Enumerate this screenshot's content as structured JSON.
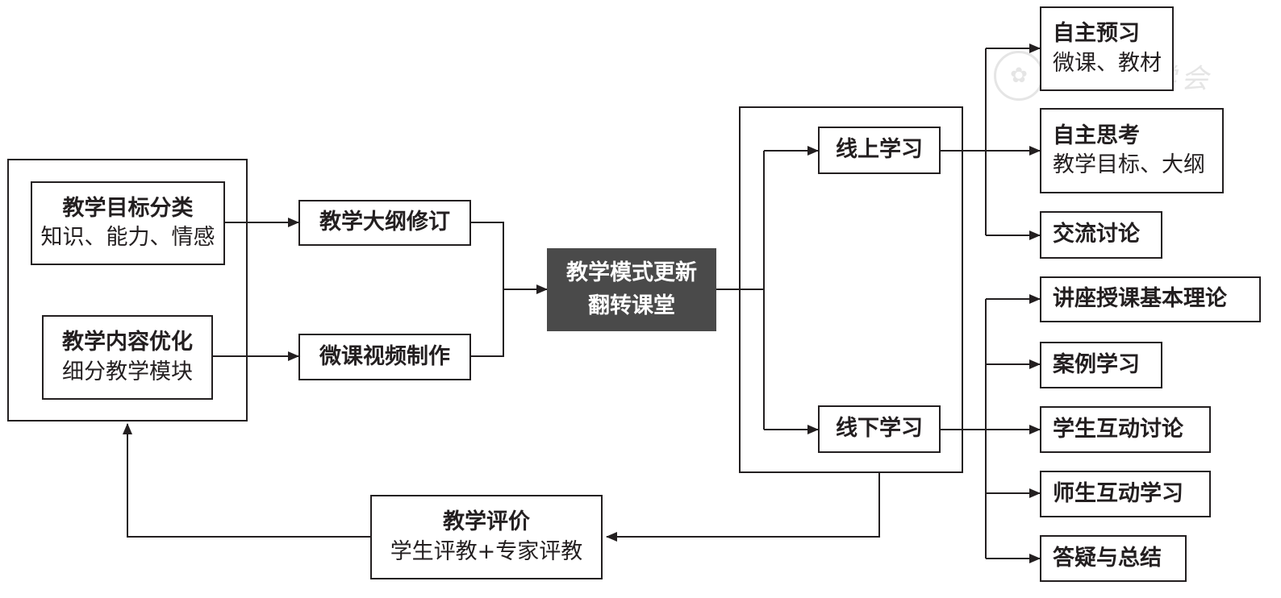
{
  "left_group": {
    "objectives": {
      "title": "教学目标分类",
      "detail": "知识、能力、情感"
    },
    "content": {
      "title": "教学内容优化",
      "detail": "细分教学模块"
    }
  },
  "middle": {
    "syllabus": "教学大纲修订",
    "video": "微课视频制作"
  },
  "center": {
    "line1": "教学模式更新",
    "line2": "翻转课堂"
  },
  "learning": {
    "online": "线上学习",
    "offline": "线下学习"
  },
  "online_items": [
    {
      "title": "自主预习",
      "detail": "微课、教材"
    },
    {
      "title": "自主思考",
      "detail": "教学目标、大纲"
    },
    {
      "title": "交流讨论",
      "detail": ""
    }
  ],
  "offline_items": [
    "讲座授课基本理论",
    "案例学习",
    "学生互动讨论",
    "师生互动学习",
    "答疑与总结"
  ],
  "evaluation": {
    "title": "教学评价",
    "detail": "学生评教+专家评教"
  },
  "colors": {
    "stroke": "#231f20",
    "dark_fill": "#4a4a4a",
    "background": "#ffffff"
  }
}
